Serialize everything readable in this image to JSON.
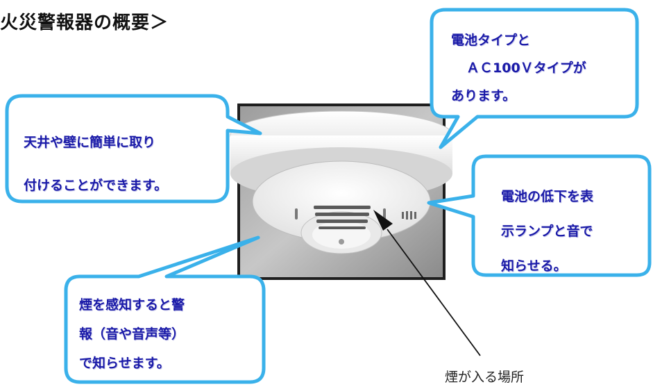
{
  "title": "火災警報器の概要＞",
  "callouts": {
    "top_right": [
      "電池タイプと",
      "ＡＣ100Ｖタイプが",
      "あります。"
    ],
    "left": [
      "天井や壁に簡単に取り",
      "付けることができます。"
    ],
    "right": [
      "電池の低下を表",
      "示ランプと音で",
      "知らせる。"
    ],
    "bottom_left": [
      "煙を感知すると警",
      "報（音や音声等）",
      "で知らせます。"
    ]
  },
  "smoke_inlet_label": "煙が入る場所",
  "colors": {
    "bubble_border": "#3ab1ea",
    "bubble_text": "#1a1aa8"
  }
}
